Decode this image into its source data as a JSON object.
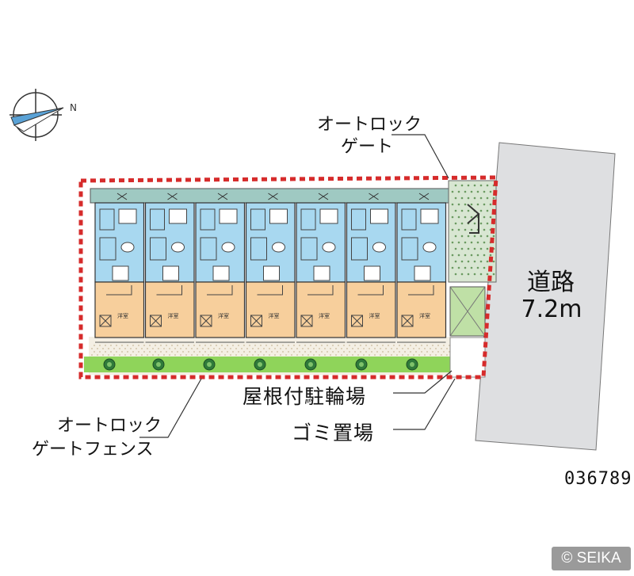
{
  "road": {
    "line1": "道路",
    "line2": "7.2m"
  },
  "callouts": {
    "gate_top": {
      "line1": "オートロック",
      "line2": "ゲート"
    },
    "fence": {
      "line1": "オートロック",
      "line2": "ゲートフェンス"
    },
    "parking": "屋根付駐輪場",
    "garbage": "ゴミ置場"
  },
  "room_labels": [
    "洋室",
    "洋室",
    "洋室",
    "洋室",
    "洋室",
    "洋室",
    "洋室"
  ],
  "compass_label": "N",
  "property_code": "036789",
  "copyright": "© SEIKA",
  "colors": {
    "boundary": "#d62b2b",
    "wet_area": "#a8d8f0",
    "room": "#f7cf9c",
    "road": "#dedfe1",
    "hedge": "#8fd45a",
    "roof_strip": "#9fc9c2"
  }
}
